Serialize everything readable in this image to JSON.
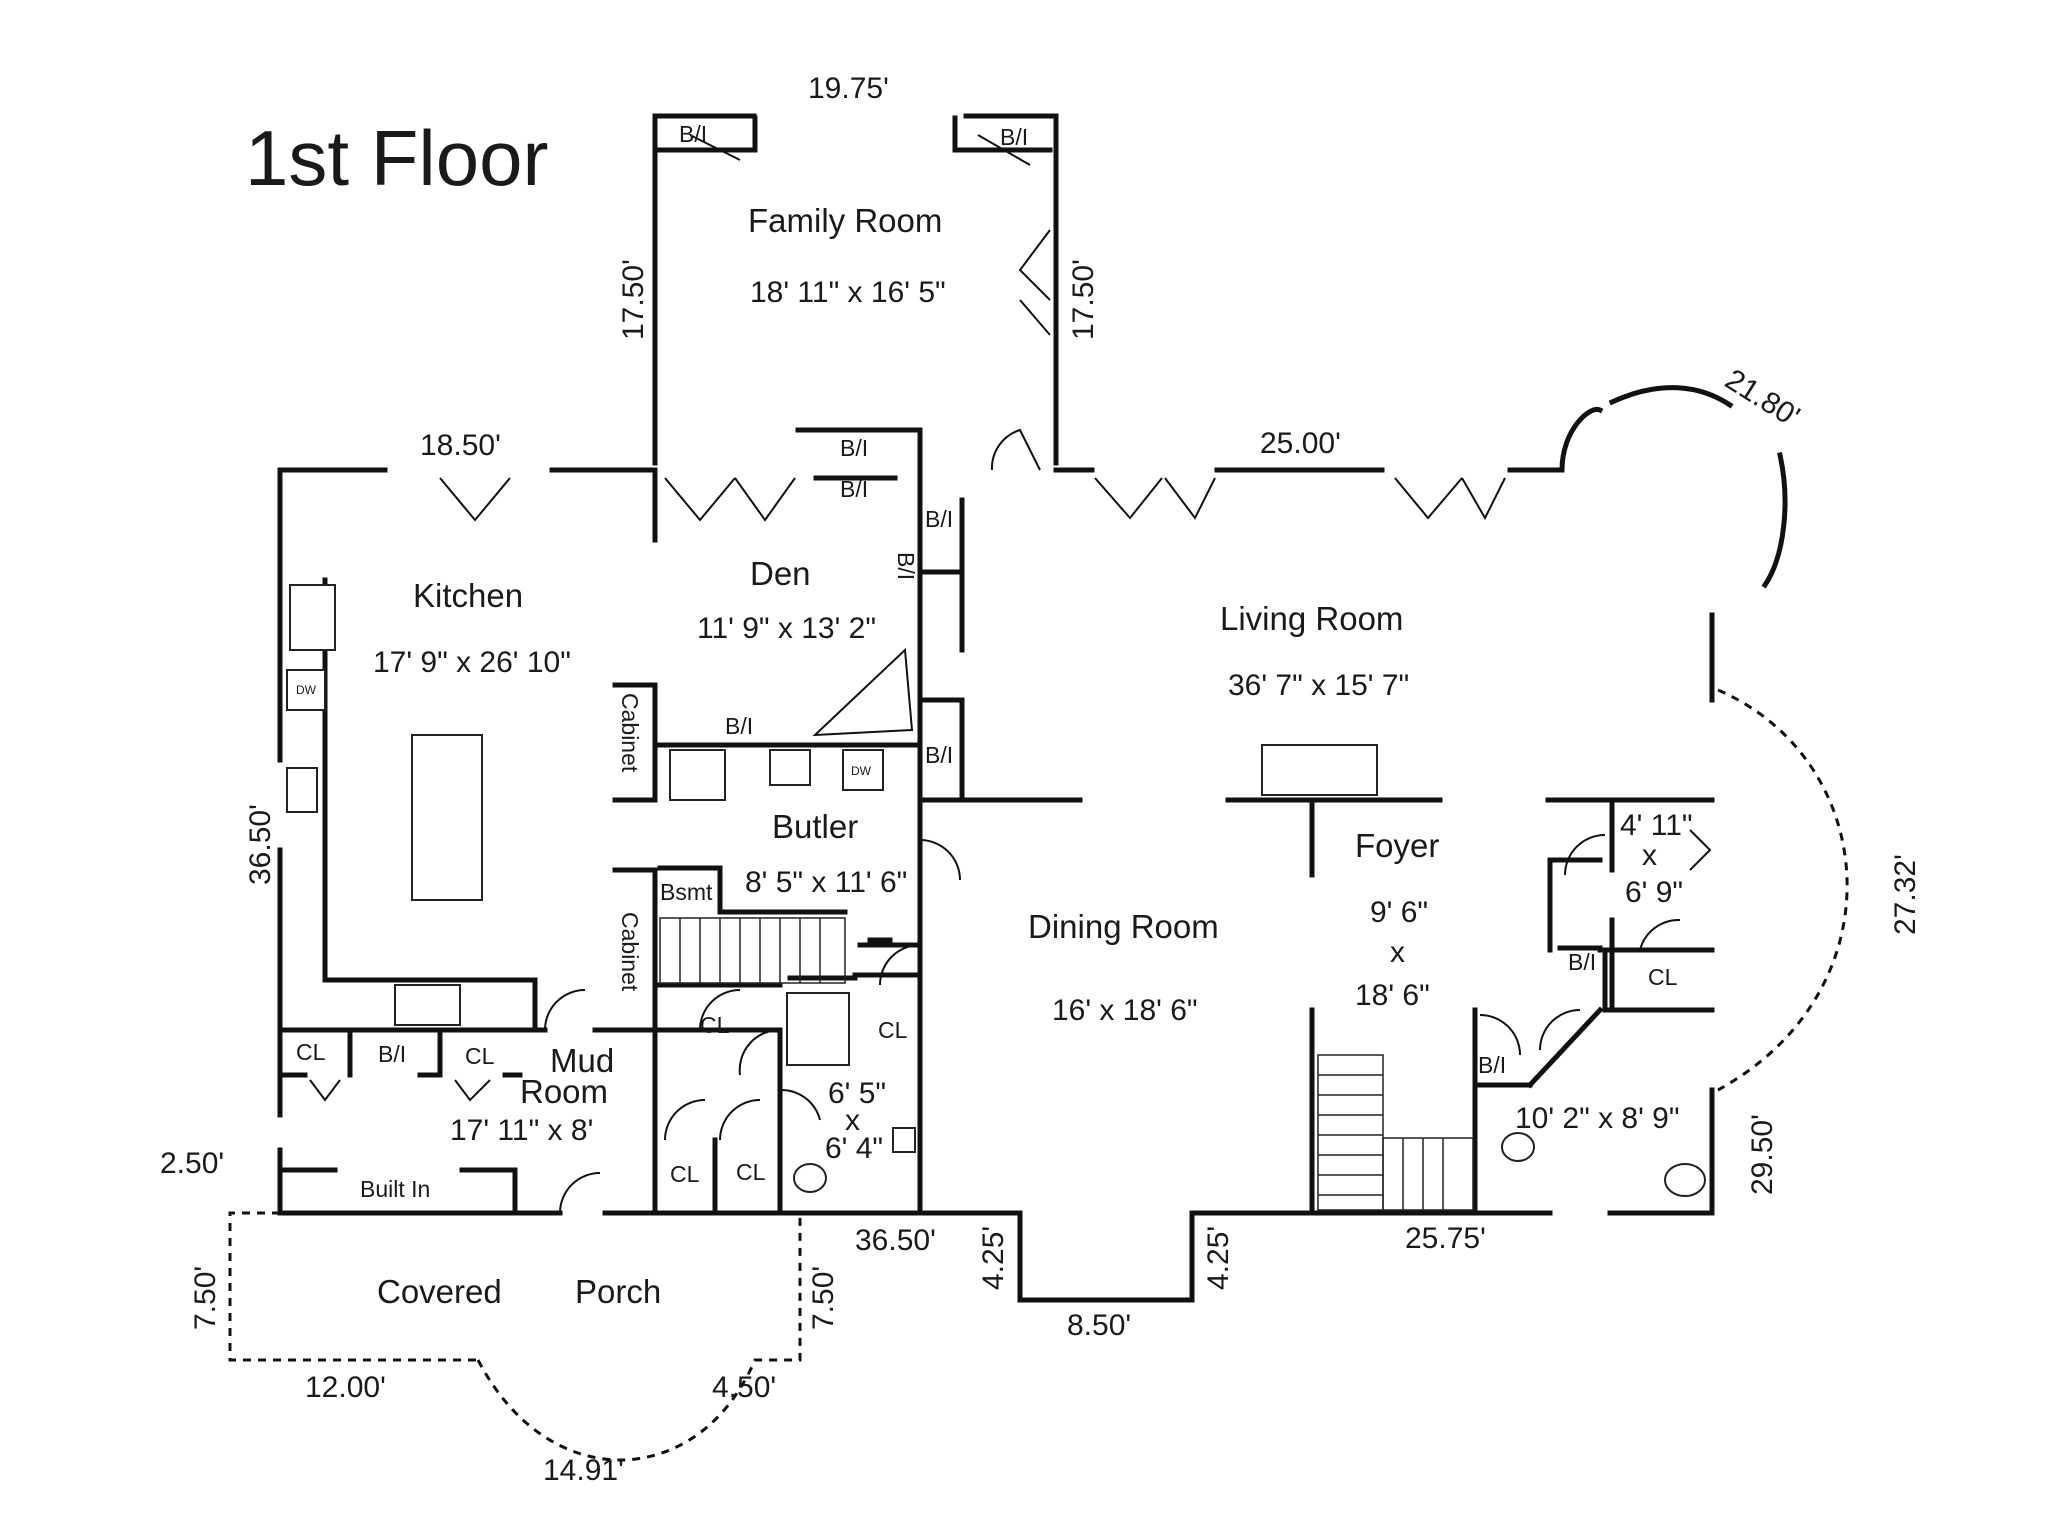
{
  "title": "1st Floor",
  "rooms": {
    "family_room": {
      "name": "Family Room",
      "size": "18' 11\" x 16' 5\""
    },
    "kitchen": {
      "name": "Kitchen",
      "size": "17' 9\" x 26' 10\""
    },
    "den": {
      "name": "Den",
      "size": "11' 9\" x 13' 2\""
    },
    "living_room": {
      "name": "Living Room",
      "size": "36' 7\" x 15' 7\""
    },
    "butler": {
      "name": "Butler",
      "size": "8' 5\" x 11' 6\""
    },
    "dining_room": {
      "name": "Dining Room",
      "size": "16' x 18' 6\""
    },
    "foyer": {
      "name": "Foyer",
      "size_line1": "9' 6\"",
      "size_x": "x",
      "size_line2": "18' 6\""
    },
    "closet_right": {
      "size_line1": "4' 11\"",
      "size_x": "x",
      "size_line2": "6' 9\""
    },
    "mud_room": {
      "name_line1": "Mud",
      "name_line2": "Room",
      "size": "17' 11\" x 8'"
    },
    "half_bath": {
      "size_line1": "6' 5\"",
      "size_x": "x",
      "size_line2": "6' 4\""
    },
    "powder_room": {
      "size": "10' 2\" x 8' 9\""
    },
    "porch": {
      "name_word1": "Covered",
      "name_word2": "Porch"
    }
  },
  "labels": {
    "bi": "B/I",
    "cl": "CL",
    "cabinet": "Cabinet",
    "bsmt": "Bsmt",
    "built_in": "Built In",
    "dw": "DW"
  },
  "dimensions": {
    "family_top": "19.75'",
    "family_left": "17.50'",
    "family_right": "17.50'",
    "kitchen_top": "18.50'",
    "living_top": "25.00'",
    "bay_top": "21.80'",
    "left_side": "36.50'",
    "right_arc": "27.32'",
    "right_side": "29.50'",
    "left_small": "2.50'",
    "bottom_mid": "36.50'",
    "bay_left": "4.25'",
    "bay_right": "4.25'",
    "bay_bottom": "8.50'",
    "bottom_right": "25.75'",
    "porch_left": "7.50'",
    "porch_right": "7.50'",
    "porch_bottom_left": "12.00'",
    "porch_bottom_right": "4.50'",
    "porch_arc": "14.91'"
  }
}
